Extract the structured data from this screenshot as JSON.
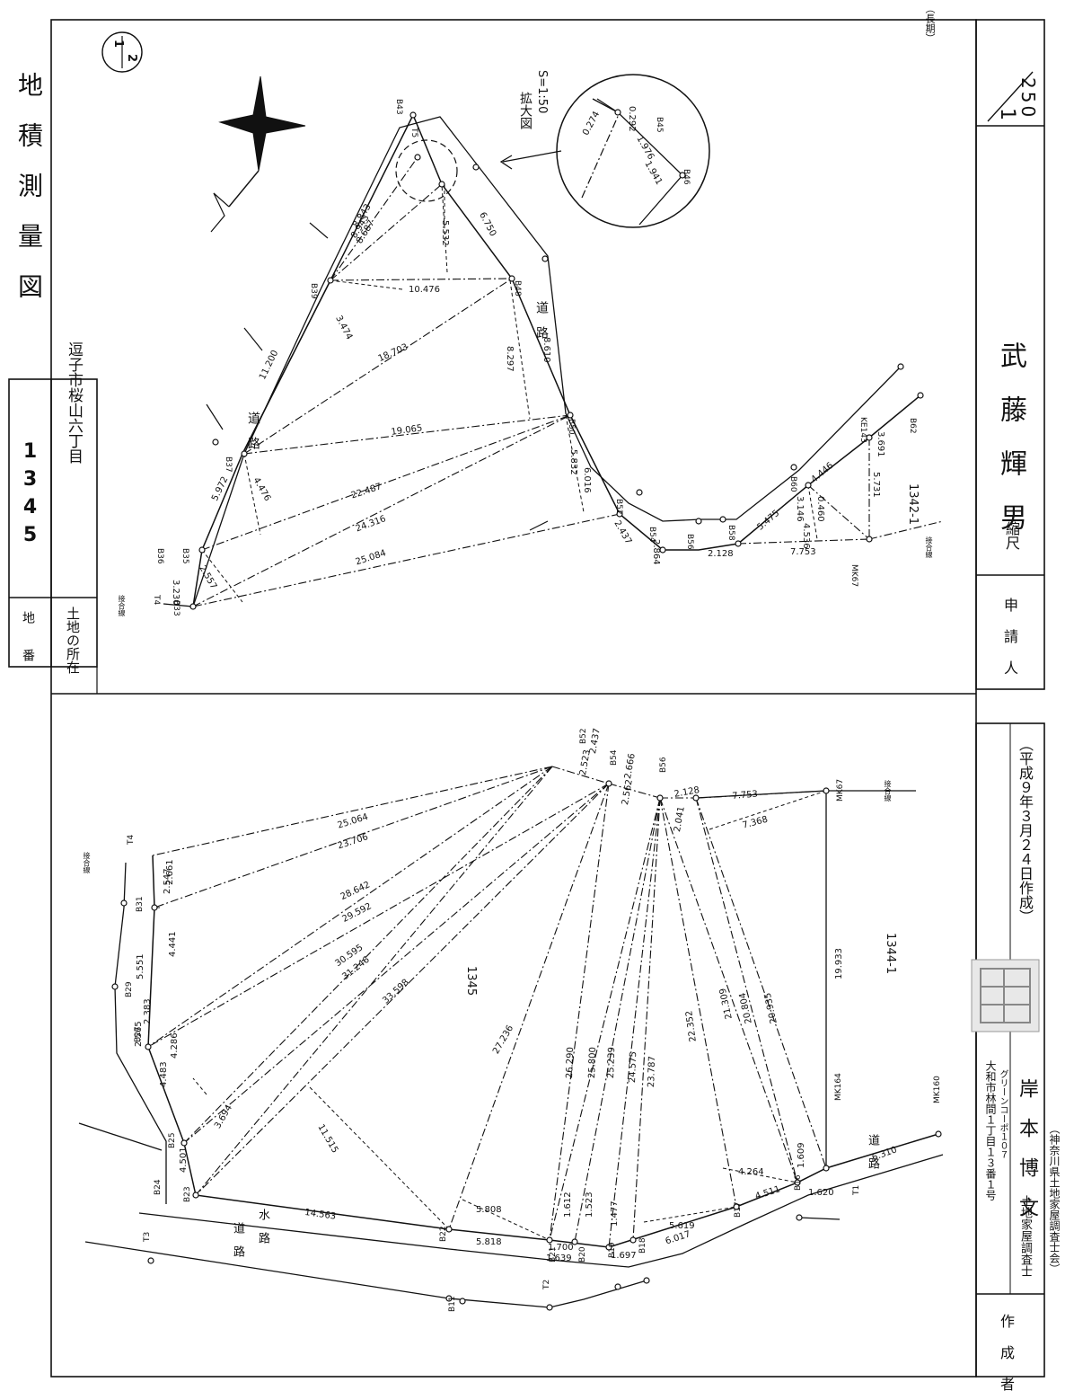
{
  "header": {
    "title": "地　積　測　量　図",
    "lot_label": "地　　番",
    "lot_number": "1345",
    "location_label": "土地の所在",
    "location": "逗子市桜山六丁目",
    "sheet_badge": {
      "num": "1",
      "den": "2"
    },
    "note_top": "（長期）"
  },
  "scale": {
    "label": "縮尺",
    "num": "1",
    "den": "250"
  },
  "applicant": {
    "label": "申 請 人",
    "name": "武　藤　輝　男"
  },
  "author": {
    "label": "作 成 者",
    "address": "大和市林間１丁目１３番１号",
    "building": "グリーンコーポ１０７",
    "title": "土地家屋調査士",
    "name": "岸　本　博　文",
    "date": "（平成９年３月２４日作成）",
    "association": "（神奈川県土地家屋調査士会）"
  },
  "upper_plan": {
    "enlarge_label": "拡大図",
    "enlarge_scale": "S=1:50",
    "road_label": "道　路",
    "lot_1342": "1342-1",
    "match_label": "接合線",
    "points": [
      "B33",
      "B35",
      "B36",
      "B37",
      "B39",
      "B43",
      "B45",
      "B46",
      "B48",
      "B50",
      "B52",
      "B54",
      "B56",
      "B58",
      "B60",
      "MK67",
      "KE143",
      "B62",
      "T4",
      "T5"
    ],
    "distances": [
      "3.230",
      "5.972",
      "11.200",
      "8.943",
      "8.843",
      "8.687",
      "5.532",
      "10.476",
      "6.750",
      "3.474",
      "18.703",
      "8.297",
      "8.610",
      "19.065",
      "22.487",
      "24.316",
      "25.084",
      "2.557",
      "4.476",
      "5.832",
      "6.016",
      "2.437",
      "2.864",
      "2.128",
      "5.475",
      "4.446",
      "3.691",
      "3.146",
      "5.731",
      "7.753",
      "4.536",
      "0.460",
      "0.292",
      "0.274",
      "1.976",
      "1.941"
    ]
  },
  "lower_plan": {
    "lot_1345": "1345",
    "lot_1344": "1344-1",
    "road_label_a": "道　路",
    "road_label_b": "水　路",
    "road_label_c": "道　路",
    "match_label": "接合線",
    "points": [
      "T4",
      "B31",
      "B29",
      "B27",
      "B25",
      "B23",
      "B24",
      "B22",
      "B21",
      "B20",
      "B19",
      "B18",
      "B17",
      "B16",
      "MK164",
      "MK160",
      "B52",
      "B54",
      "B56",
      "MK67",
      "B11",
      "T1",
      "T2",
      "T3"
    ],
    "distances": [
      "25.064",
      "23.706",
      "28.642",
      "29.592",
      "30.595",
      "31.246",
      "33.598",
      "27.236",
      "26.290",
      "25.800",
      "25.239",
      "24.575",
      "23.787",
      "22.352",
      "21.309",
      "20.804",
      "20.935",
      "19.933",
      "7.753",
      "7.368",
      "2.128",
      "2.041",
      "2.562",
      "2.666",
      "2.523",
      "2.437",
      "2.661",
      "2.547",
      "5.551",
      "4.441",
      "2.565",
      "2.383",
      "4.483",
      "4.286",
      "4.501",
      "3.694",
      "14.563",
      "11.515",
      "5.818",
      "5.808",
      "1.700",
      "1.639",
      "1.612",
      "1.523",
      "1.477",
      "1.697",
      "6.017",
      "5.619",
      "4.511",
      "4.264",
      "1.609",
      "1.620",
      "6.310"
    ]
  }
}
